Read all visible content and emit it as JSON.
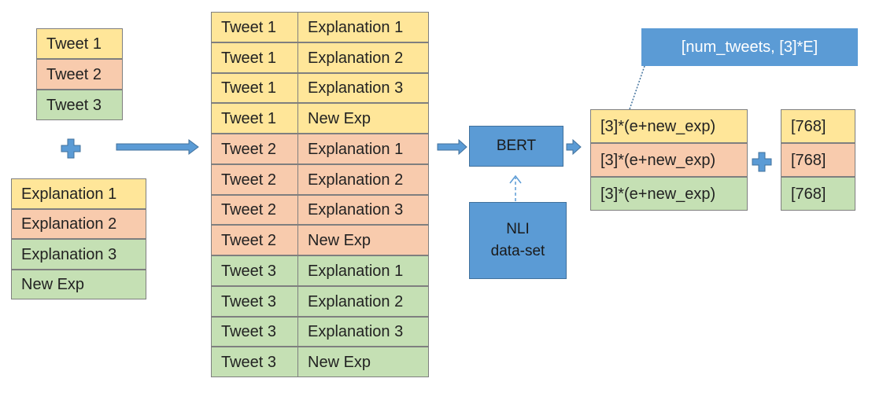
{
  "input_tweets": [
    "Tweet 1",
    "Tweet 2",
    "Tweet 3"
  ],
  "input_explanations": [
    "Explanation 1",
    "Explanation 2",
    "Explanation 3",
    "New Exp"
  ],
  "pairs": [
    {
      "tweet": "Tweet 1",
      "exp": "Explanation 1"
    },
    {
      "tweet": "Tweet 1",
      "exp": "Explanation 2"
    },
    {
      "tweet": "Tweet 1",
      "exp": "Explanation 3"
    },
    {
      "tweet": "Tweet 1",
      "exp": "New Exp"
    },
    {
      "tweet": "Tweet 2",
      "exp": "Explanation 1"
    },
    {
      "tweet": "Tweet 2",
      "exp": "Explanation 2"
    },
    {
      "tweet": "Tweet 2",
      "exp": "Explanation 3"
    },
    {
      "tweet": "Tweet 2",
      "exp": "New Exp"
    },
    {
      "tweet": "Tweet 3",
      "exp": "Explanation 1"
    },
    {
      "tweet": "Tweet 3",
      "exp": "Explanation 2"
    },
    {
      "tweet": "Tweet 3",
      "exp": "Explanation 3"
    },
    {
      "tweet": "Tweet 3",
      "exp": "New Exp"
    }
  ],
  "bert": "BERT",
  "nli": {
    "line1": "NLI",
    "line2": "data-set"
  },
  "shape_label": "[num_tweets, [3]*E]",
  "outputs": [
    "[3]*(e+new_exp)",
    "[3]*(e+new_exp)",
    "[3]*(e+new_exp)"
  ],
  "dims": [
    "[768]",
    "[768]",
    "[768]"
  ],
  "colors": {
    "tweet_1": "#ffe699",
    "tweet_2": "#f8cbad",
    "tweet_3": "#c5e0b4",
    "blue": "#5b9bd5"
  }
}
